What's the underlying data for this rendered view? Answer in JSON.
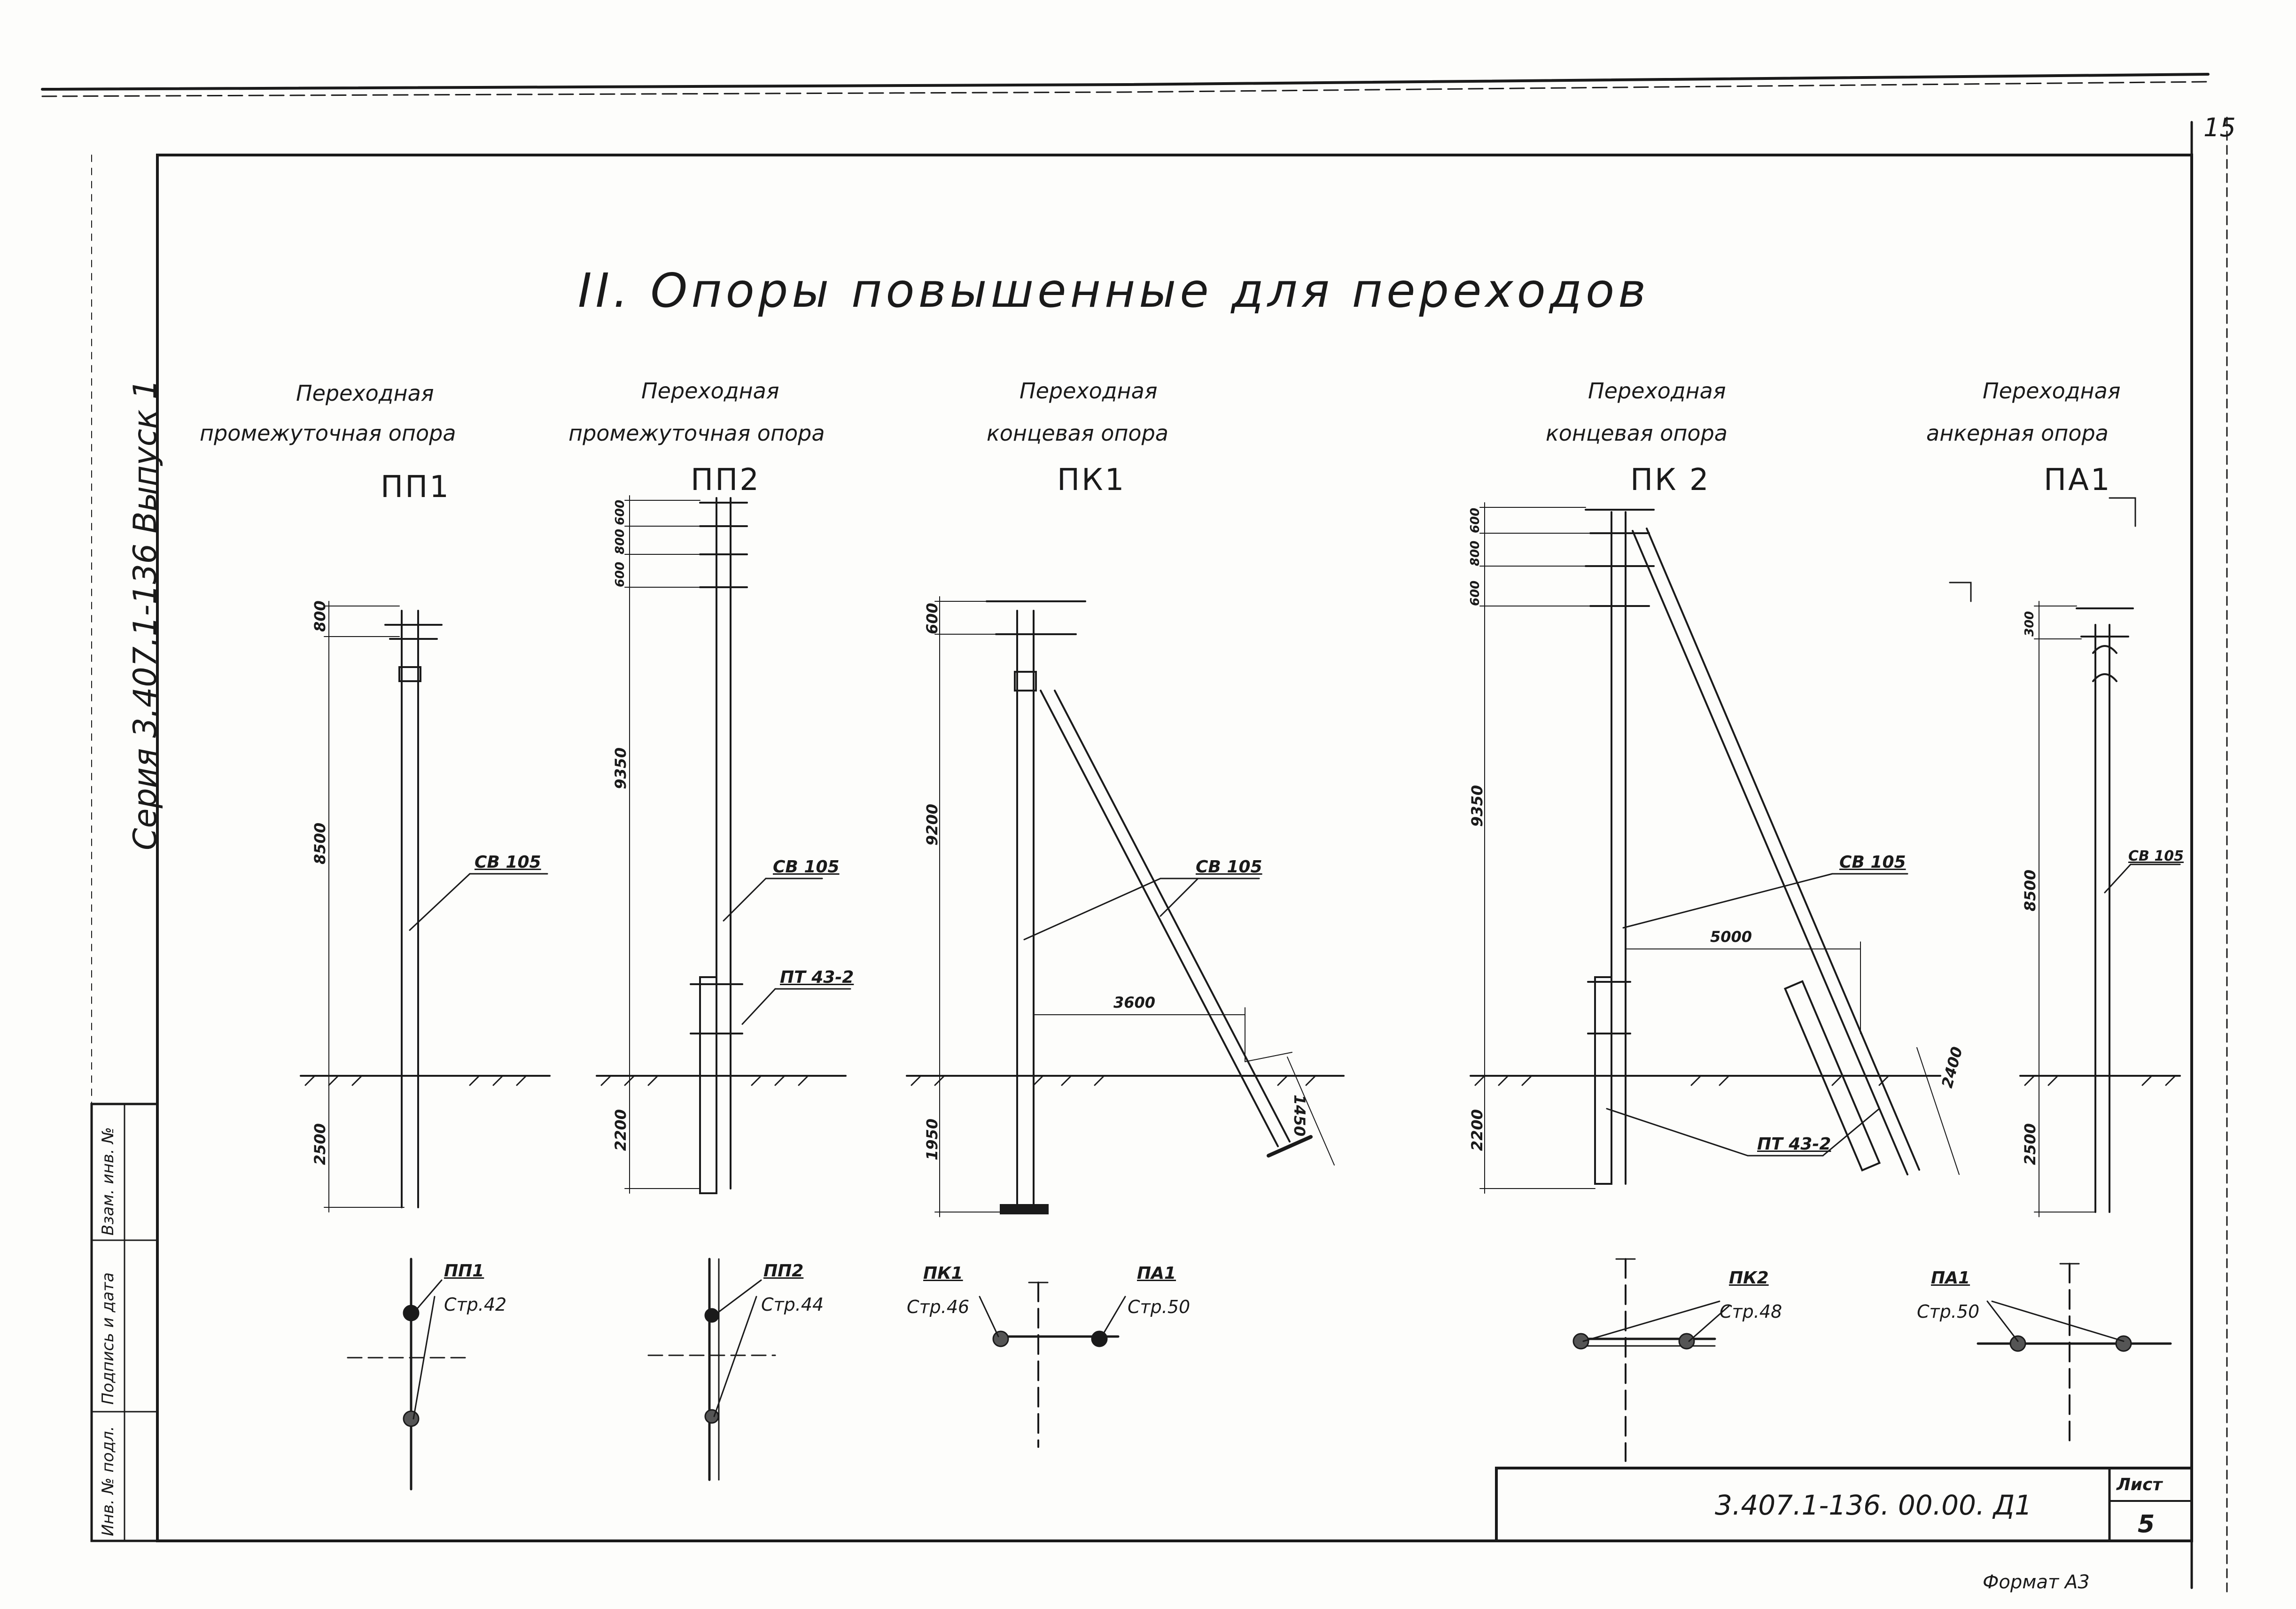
{
  "page_number": "15",
  "title": "II. Опоры повышенные для переходов",
  "series_label": "Серия 3.407.1-136 Выпуск 1",
  "side_stamp": {
    "inv_podl": "Инв. № подл.",
    "podpis_data": "Подпись и дата",
    "vzam_inv": "Взам. инв. №"
  },
  "title_block": {
    "designation": "3.407.1-136. 00.00. Д1",
    "sheet_label": "Лист",
    "sheet_number": "5",
    "format": "Формат А3"
  },
  "poles": [
    {
      "caption_1": "Переходная",
      "caption_2": "промежуточная опора",
      "code": "ПП1",
      "dims": [
        "800",
        "8500",
        "2500"
      ],
      "labels": [
        "СВ 105"
      ],
      "plan_ref": "ПП1",
      "plan_page": "Стр.42"
    },
    {
      "caption_1": "Переходная",
      "caption_2": "промежуточная опора",
      "code": "ПП2",
      "dims": [
        "600",
        "800",
        "600",
        "9350",
        "2200"
      ],
      "labels": [
        "СВ 105",
        "ПТ 43-2"
      ],
      "plan_ref": "ПП2",
      "plan_page": "Стр.44"
    },
    {
      "caption_1": "Переходная",
      "caption_2": "концевая опора",
      "code": "ПК1",
      "dims": [
        "600",
        "9200",
        "1950",
        "3600",
        "1450"
      ],
      "labels": [
        "СВ 105"
      ],
      "plan_ref": "ПК1",
      "plan_page": "Стр.46",
      "plan_ref_2": "ПА1",
      "plan_page_2": "Стр.50"
    },
    {
      "caption_1": "Переходная",
      "caption_2": "концевая опора",
      "code": "ПК 2",
      "dims": [
        "600",
        "800",
        "600",
        "9350",
        "2200",
        "5000",
        "2400"
      ],
      "labels": [
        "СВ 105",
        "ПТ 43-2"
      ],
      "plan_ref": "ПК2",
      "plan_page": "Стр.48"
    },
    {
      "caption_1": "Переходная",
      "caption_2": "анкерная опора",
      "code": "ПА1",
      "dims": [
        "300",
        "8500",
        "2500"
      ],
      "labels": [
        "СВ 105"
      ],
      "plan_ref": "ПА1",
      "plan_page": "Стр.50"
    }
  ]
}
